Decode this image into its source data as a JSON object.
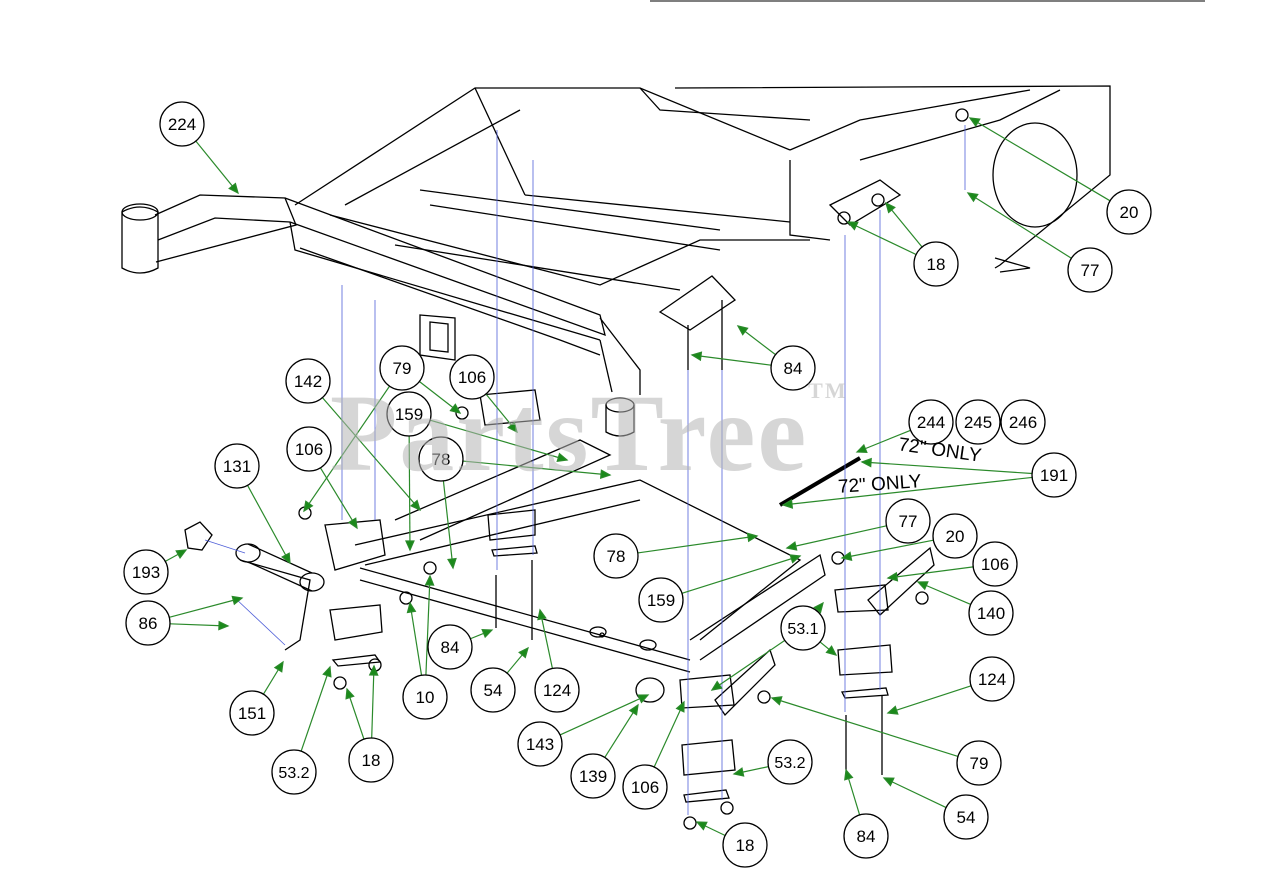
{
  "diagram": {
    "watermark": "PartsTree",
    "watermark_mark": "TM",
    "notes": [
      "72\" ONLY",
      "72\" ONLY"
    ],
    "callouts": [
      "224",
      "20",
      "77",
      "18",
      "84",
      "79",
      "106",
      "142",
      "159",
      "78",
      "244",
      "245",
      "246",
      "191",
      "131",
      "106",
      "193",
      "86",
      "151",
      "53.2",
      "18",
      "10",
      "84",
      "54",
      "124",
      "77",
      "78",
      "159",
      "20",
      "106",
      "140",
      "53.1",
      "143",
      "139",
      "106",
      "53.2",
      "18",
      "84",
      "124",
      "79",
      "54"
    ]
  }
}
